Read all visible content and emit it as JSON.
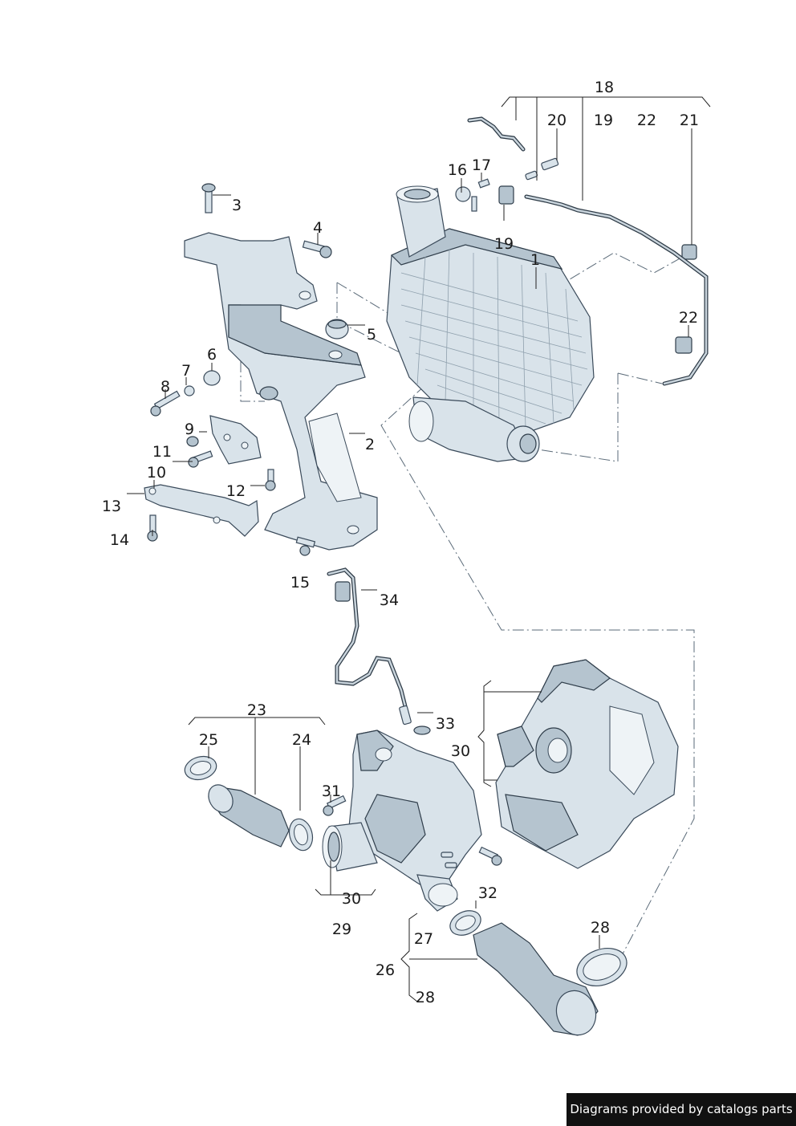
{
  "callouts": [
    {
      "id": "c18a",
      "text": "18"
    },
    {
      "id": "c20",
      "text": "20"
    },
    {
      "id": "c19a",
      "text": "19"
    },
    {
      "id": "c22a",
      "text": "22"
    },
    {
      "id": "c21",
      "text": "21"
    },
    {
      "id": "c16",
      "text": "16"
    },
    {
      "id": "c17",
      "text": "17"
    },
    {
      "id": "c19b",
      "text": "19"
    },
    {
      "id": "c1",
      "text": "1"
    },
    {
      "id": "c22b",
      "text": "22"
    },
    {
      "id": "c3",
      "text": "3"
    },
    {
      "id": "c4",
      "text": "4"
    },
    {
      "id": "c5",
      "text": "5"
    },
    {
      "id": "c6",
      "text": "6"
    },
    {
      "id": "c7",
      "text": "7"
    },
    {
      "id": "c8",
      "text": "8"
    },
    {
      "id": "c9",
      "text": "9"
    },
    {
      "id": "c2",
      "text": "2"
    },
    {
      "id": "c11",
      "text": "11"
    },
    {
      "id": "c10",
      "text": "10"
    },
    {
      "id": "c12",
      "text": "12"
    },
    {
      "id": "c13",
      "text": "13"
    },
    {
      "id": "c14",
      "text": "14"
    },
    {
      "id": "c15",
      "text": "15"
    },
    {
      "id": "c34",
      "text": "34"
    },
    {
      "id": "c23",
      "text": "23"
    },
    {
      "id": "c33",
      "text": "33"
    },
    {
      "id": "c25",
      "text": "25"
    },
    {
      "id": "c24",
      "text": "24"
    },
    {
      "id": "c30a",
      "text": "30"
    },
    {
      "id": "c31",
      "text": "31"
    },
    {
      "id": "c30b",
      "text": "30"
    },
    {
      "id": "c32",
      "text": "32"
    },
    {
      "id": "c29",
      "text": "29"
    },
    {
      "id": "c27",
      "text": "27"
    },
    {
      "id": "c28a",
      "text": "28"
    },
    {
      "id": "c26",
      "text": "26"
    },
    {
      "id": "c28b",
      "text": "28"
    }
  ],
  "footer": {
    "text": "Diagrams provided by catalogs parts"
  }
}
